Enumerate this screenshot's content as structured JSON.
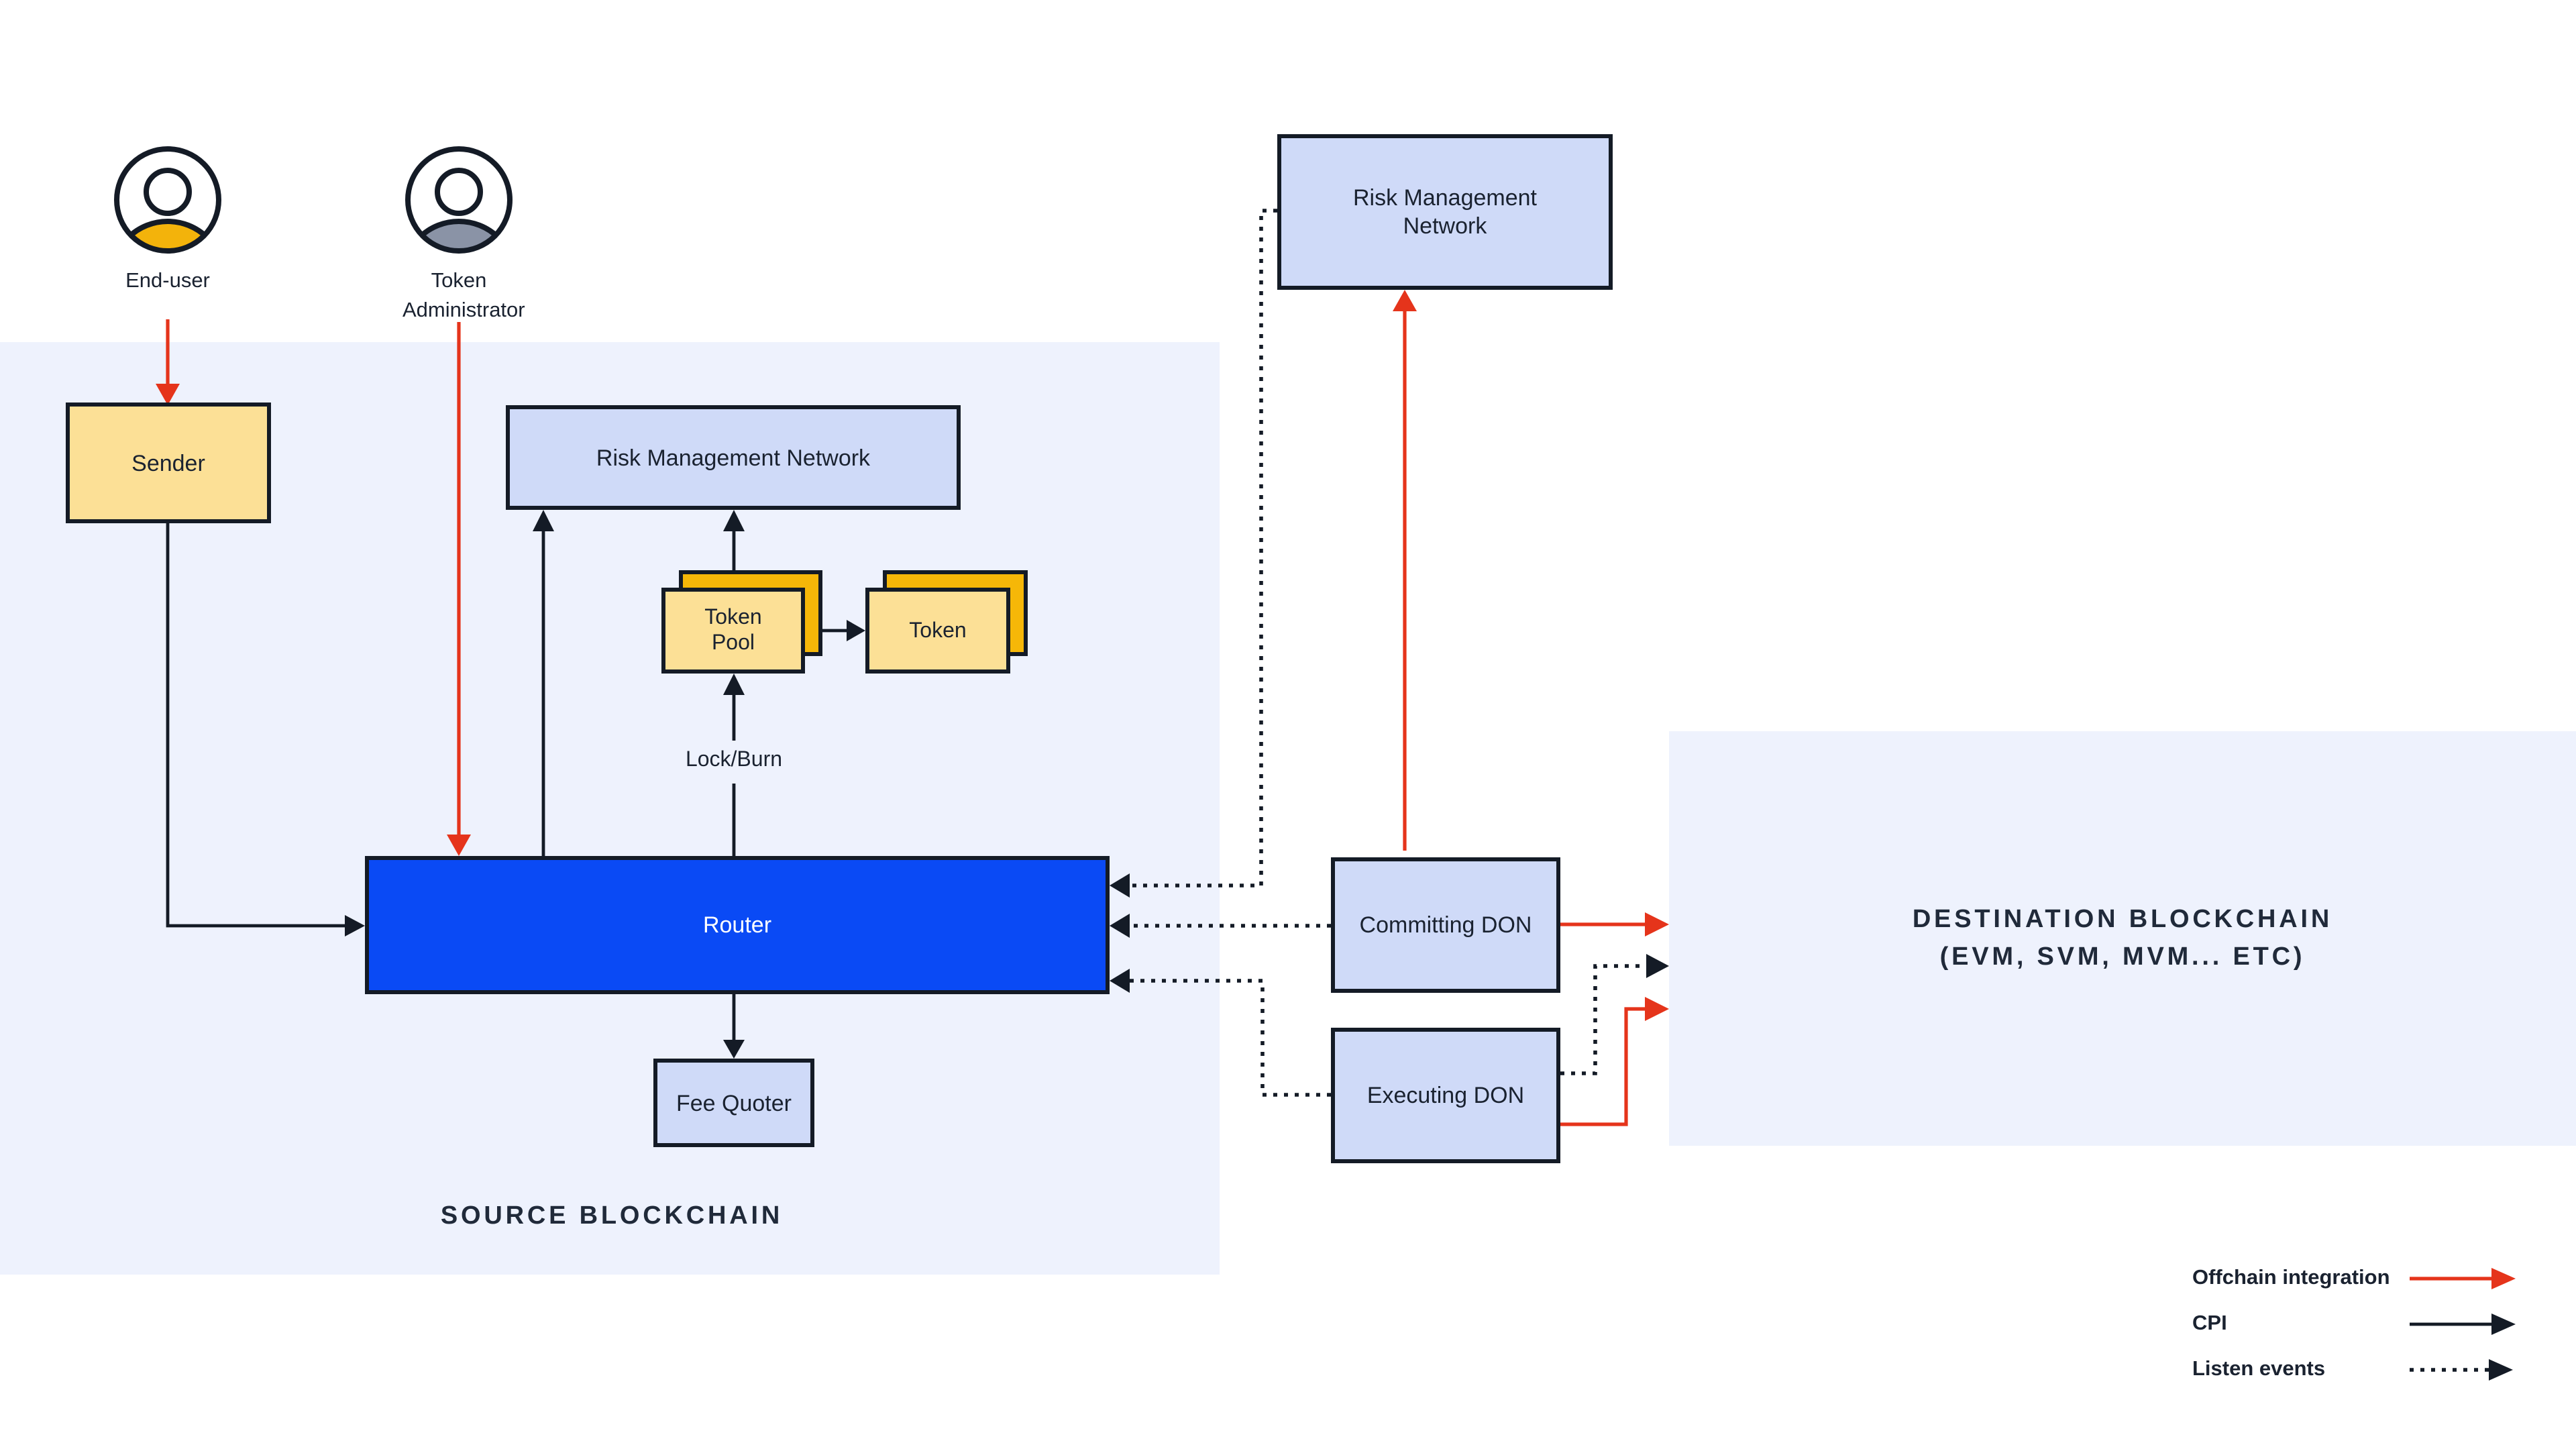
{
  "colors": {
    "red": "#E5341B",
    "ink": "#141B26",
    "router_blue": "#0A4AF5",
    "periwinkle": "#CFDAF8",
    "yellow": "#FCE096",
    "orange": "#F6B708",
    "region_bg": "#EEF2FD",
    "text": "#1A2230",
    "gold_person": "#F3B30B",
    "gray_person": "#8A93A6"
  },
  "people": {
    "end_user": {
      "label": "End-user"
    },
    "token_admin": {
      "line1": "Token",
      "line2": "Administrator"
    }
  },
  "source": {
    "title": "SOURCE BLOCKCHAIN",
    "sender": "Sender",
    "risk_management_network": "Risk Management Network",
    "token_pool_line1": "Token",
    "token_pool_line2": "Pool",
    "token": "Token",
    "lock_burn": "Lock/Burn",
    "router": "Router",
    "fee_quoter": "Fee Quoter"
  },
  "offchain": {
    "rmn_line1": "Risk Management",
    "rmn_line2": "Network",
    "committing_don": "Committing DON",
    "executing_don": "Executing DON"
  },
  "destination": {
    "title_line1": "DESTINATION BLOCKCHAIN",
    "title_line2": "(EVM, SVM, MVM... ETC)"
  },
  "legend": {
    "items": [
      {
        "label": "Offchain integration",
        "style": "red-solid"
      },
      {
        "label": "CPI",
        "style": "black-solid"
      },
      {
        "label": "Listen events",
        "style": "black-dashed"
      }
    ]
  }
}
